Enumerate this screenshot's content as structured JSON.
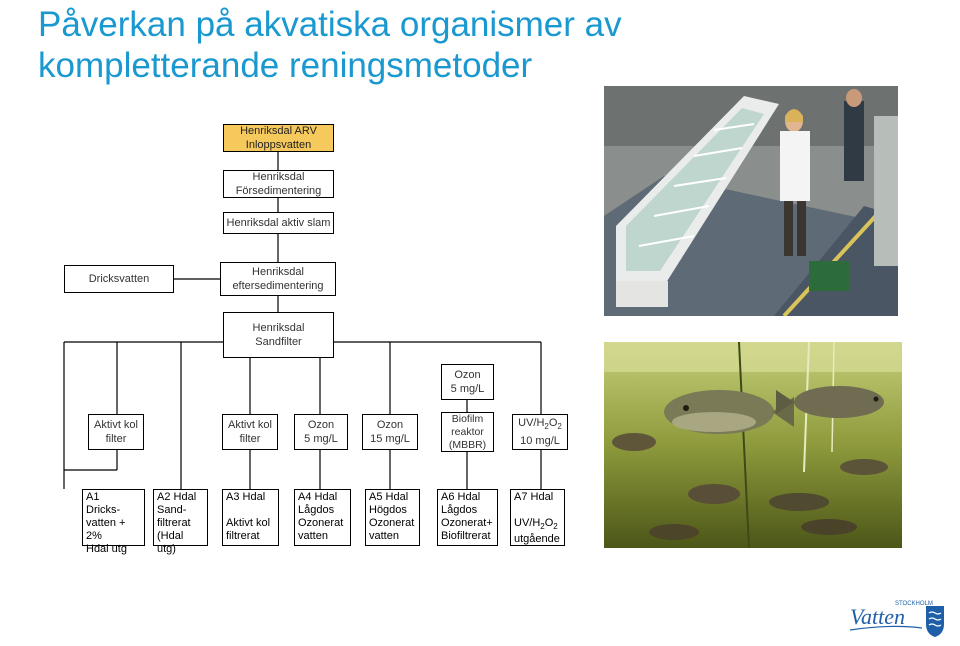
{
  "title": {
    "line1": "Påverkan på akvatiska organismer av",
    "line2": "kompletterande reningsmetoder"
  },
  "flow": {
    "arv": [
      "Henriksdal ARV",
      "Inloppsvatten"
    ],
    "forsed": [
      "Henriksdal",
      "Försedimentering"
    ],
    "aktiv": [
      "Henriksdal aktiv slam"
    ],
    "dricks": [
      "Dricksvatten"
    ],
    "eftersed": [
      "Henriksdal",
      "eftersedimentering"
    ],
    "sandfilter": [
      "Henriksdal",
      "Sandfilter"
    ],
    "ozon5top": [
      "Ozon",
      "5 mg/L"
    ],
    "aktivkol1": [
      "Aktivt kol",
      "filter"
    ],
    "aktivkol2": [
      "Aktivt kol",
      "filter"
    ],
    "ozon5": [
      "Ozon",
      "5 mg/L"
    ],
    "ozon15": [
      "Ozon",
      "15 mg/L"
    ],
    "biofilm": [
      "Biofilm",
      "reaktor",
      "(MBBR)"
    ],
    "uv": [
      "UV/H",
      "2",
      "O",
      "2",
      "10 mg/L"
    ]
  },
  "samples": {
    "a1": [
      "A1",
      "Dricks-",
      "vatten + 2%",
      "Hdal utg"
    ],
    "a2": [
      "A2 Hdal",
      "Sand-",
      "filtrerat",
      "(Hdal utg)"
    ],
    "a3": [
      "A3 Hdal",
      "",
      "Aktivt kol",
      "filtrerat"
    ],
    "a4": [
      "A4 Hdal",
      "Lågdos",
      "Ozonerat",
      "vatten"
    ],
    "a5": [
      "A5 Hdal",
      "Högdos",
      "Ozonerat",
      "vatten"
    ],
    "a6": [
      "A6 Hdal",
      "Lågdos",
      "Ozonerat+",
      "Biofiltrerat"
    ],
    "a7": [
      "A7 Hdal",
      "",
      "UV/H",
      "2",
      "O",
      "2",
      "utgående"
    ]
  },
  "logo": {
    "small": "STOCKHOLM",
    "big": "Vatten"
  },
  "colors": {
    "title": "#1a98d0",
    "highlight_box": "#f5c95c",
    "logo": "#1f5fa8"
  }
}
